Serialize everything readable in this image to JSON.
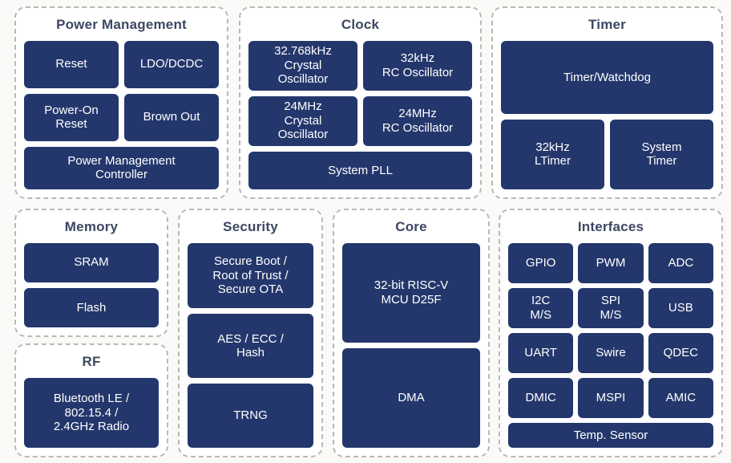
{
  "colors": {
    "block_fill": "#24376c",
    "block_text": "#ffffff",
    "panel_border": "#b9b9b4",
    "panel_fill": "#ffffff",
    "title_text": "#3d4763",
    "page_background": "#fbfaf9"
  },
  "diagram": {
    "panels": [
      {
        "id": "power-management",
        "title": "Power Management",
        "rows": [
          [
            "Reset",
            "LDO/DCDC"
          ],
          [
            "Power-On\nReset",
            "Brown Out"
          ],
          [
            "Power Management\nController"
          ]
        ]
      },
      {
        "id": "clock",
        "title": "Clock",
        "rows": [
          [
            "32.768kHz\nCrystal\nOscillator",
            "32kHz\nRC Oscillator"
          ],
          [
            "24MHz\nCrystal\nOscillator",
            "24MHz\nRC Oscillator"
          ],
          [
            "System PLL"
          ]
        ]
      },
      {
        "id": "timer",
        "title": "Timer",
        "rows": [
          [
            "Timer/Watchdog"
          ],
          [
            "32kHz\nLTimer",
            "System\nTimer"
          ]
        ]
      },
      {
        "id": "memory",
        "title": "Memory",
        "rows": [
          [
            "SRAM"
          ],
          [
            "Flash"
          ]
        ]
      },
      {
        "id": "rf",
        "title": "RF",
        "rows": [
          [
            "Bluetooth LE /\n802.15.4 /\n2.4GHz Radio"
          ]
        ]
      },
      {
        "id": "security",
        "title": "Security",
        "rows": [
          [
            "Secure Boot /\nRoot of Trust /\nSecure OTA"
          ],
          [
            "AES / ECC /\nHash"
          ],
          [
            "TRNG"
          ]
        ]
      },
      {
        "id": "core",
        "title": "Core",
        "rows": [
          [
            "32-bit RISC-V\nMCU D25F"
          ],
          [
            "DMA"
          ]
        ]
      },
      {
        "id": "interfaces",
        "title": "Interfaces",
        "rows": [
          [
            "GPIO",
            "PWM",
            "ADC"
          ],
          [
            "I2C\nM/S",
            "SPI\nM/S",
            "USB"
          ],
          [
            "UART",
            "Swire",
            "QDEC"
          ],
          [
            "DMIC",
            "MSPI",
            "AMIC"
          ],
          [
            "Temp. Sensor"
          ]
        ]
      }
    ]
  }
}
